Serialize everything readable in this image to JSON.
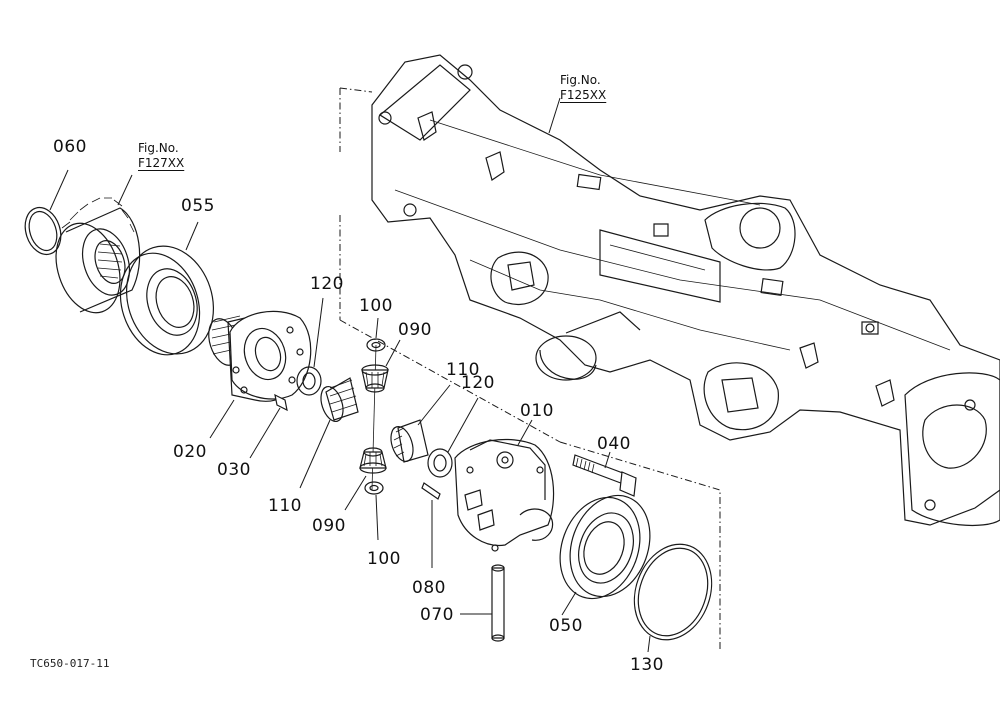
{
  "figure_refs": [
    {
      "id": "housing",
      "label": "Fig.No.",
      "number": "F125XX"
    },
    {
      "id": "gear",
      "label": "Fig.No.",
      "number": "F127XX"
    }
  ],
  "parts": [
    {
      "id": "p060",
      "label": "060"
    },
    {
      "id": "p055",
      "label": "055"
    },
    {
      "id": "p120a",
      "label": "120"
    },
    {
      "id": "p100a",
      "label": "100"
    },
    {
      "id": "p090a",
      "label": "090"
    },
    {
      "id": "p110a",
      "label": "110"
    },
    {
      "id": "p120b",
      "label": "120"
    },
    {
      "id": "p010",
      "label": "010"
    },
    {
      "id": "p040",
      "label": "040"
    },
    {
      "id": "p020",
      "label": "020"
    },
    {
      "id": "p030",
      "label": "030"
    },
    {
      "id": "p110b",
      "label": "110"
    },
    {
      "id": "p090b",
      "label": "090"
    },
    {
      "id": "p100b",
      "label": "100"
    },
    {
      "id": "p080",
      "label": "080"
    },
    {
      "id": "p070",
      "label": "070"
    },
    {
      "id": "p050",
      "label": "050"
    },
    {
      "id": "p130",
      "label": "130"
    }
  ],
  "diagram_code": "TC650-017-11"
}
